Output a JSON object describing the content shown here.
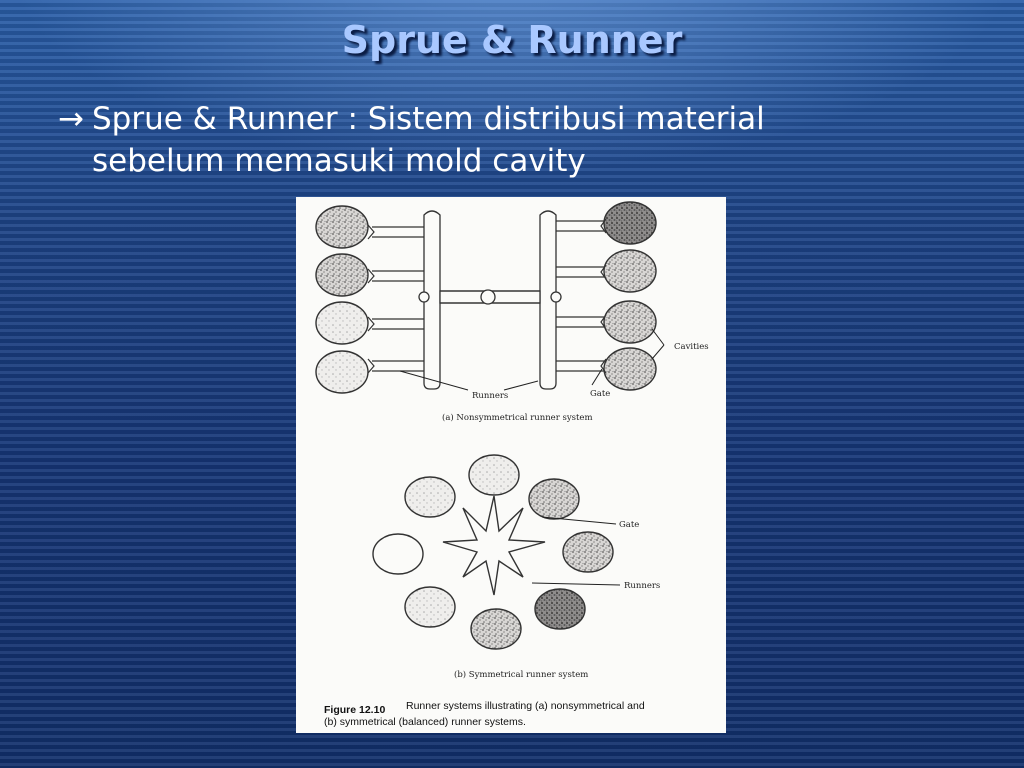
{
  "slide": {
    "title": "Sprue & Runner",
    "bullet": {
      "arrow": "→",
      "line1": "Sprue & Runner : Sistem distribusi material",
      "line2": "sebelum memasuki mold cavity"
    }
  },
  "figure": {
    "label_cavities": "Cavities",
    "label_runners_a": "Runners",
    "label_gate_a": "Gate",
    "caption_a": "(a) Nonsymmetrical runner system",
    "label_gate_b": "Gate",
    "label_runners_b": "Runners",
    "caption_b": "(b) Symmetrical runner system",
    "figure_number": "Figure 12.10",
    "caption_line1": "Runner systems illustrating (a) nonsymmetrical and",
    "caption_line2": "(b) symmetrical (balanced) runner systems."
  }
}
